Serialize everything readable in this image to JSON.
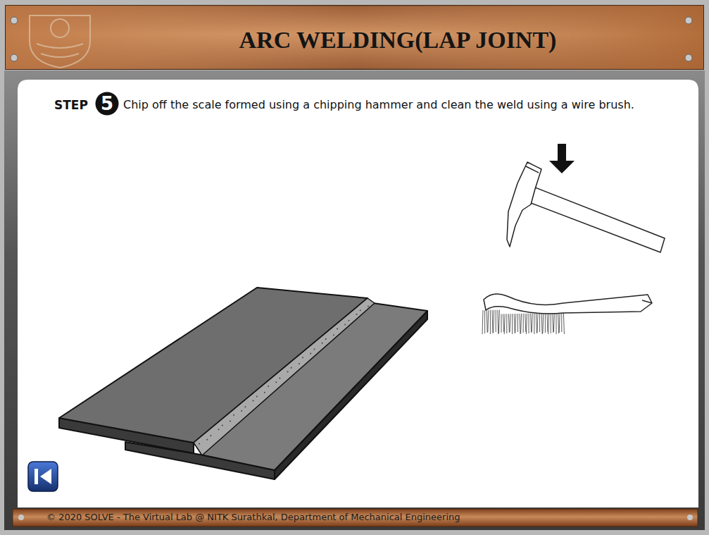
{
  "diagram": {
    "title": "ARC WELDING(LAP JOINT)",
    "nodes": [
      {
        "text": [
          "5"
        ]
      }
    ],
    "labels": [
      "STEP",
      "Chip off the scale formed using a chipping hammer and clean the weld using a wire brush.",
      "© 2020 SOLVE - The Virtual Lab @ NITK Surathkal, Department of Mechanical Engineering"
    ]
  }
}
